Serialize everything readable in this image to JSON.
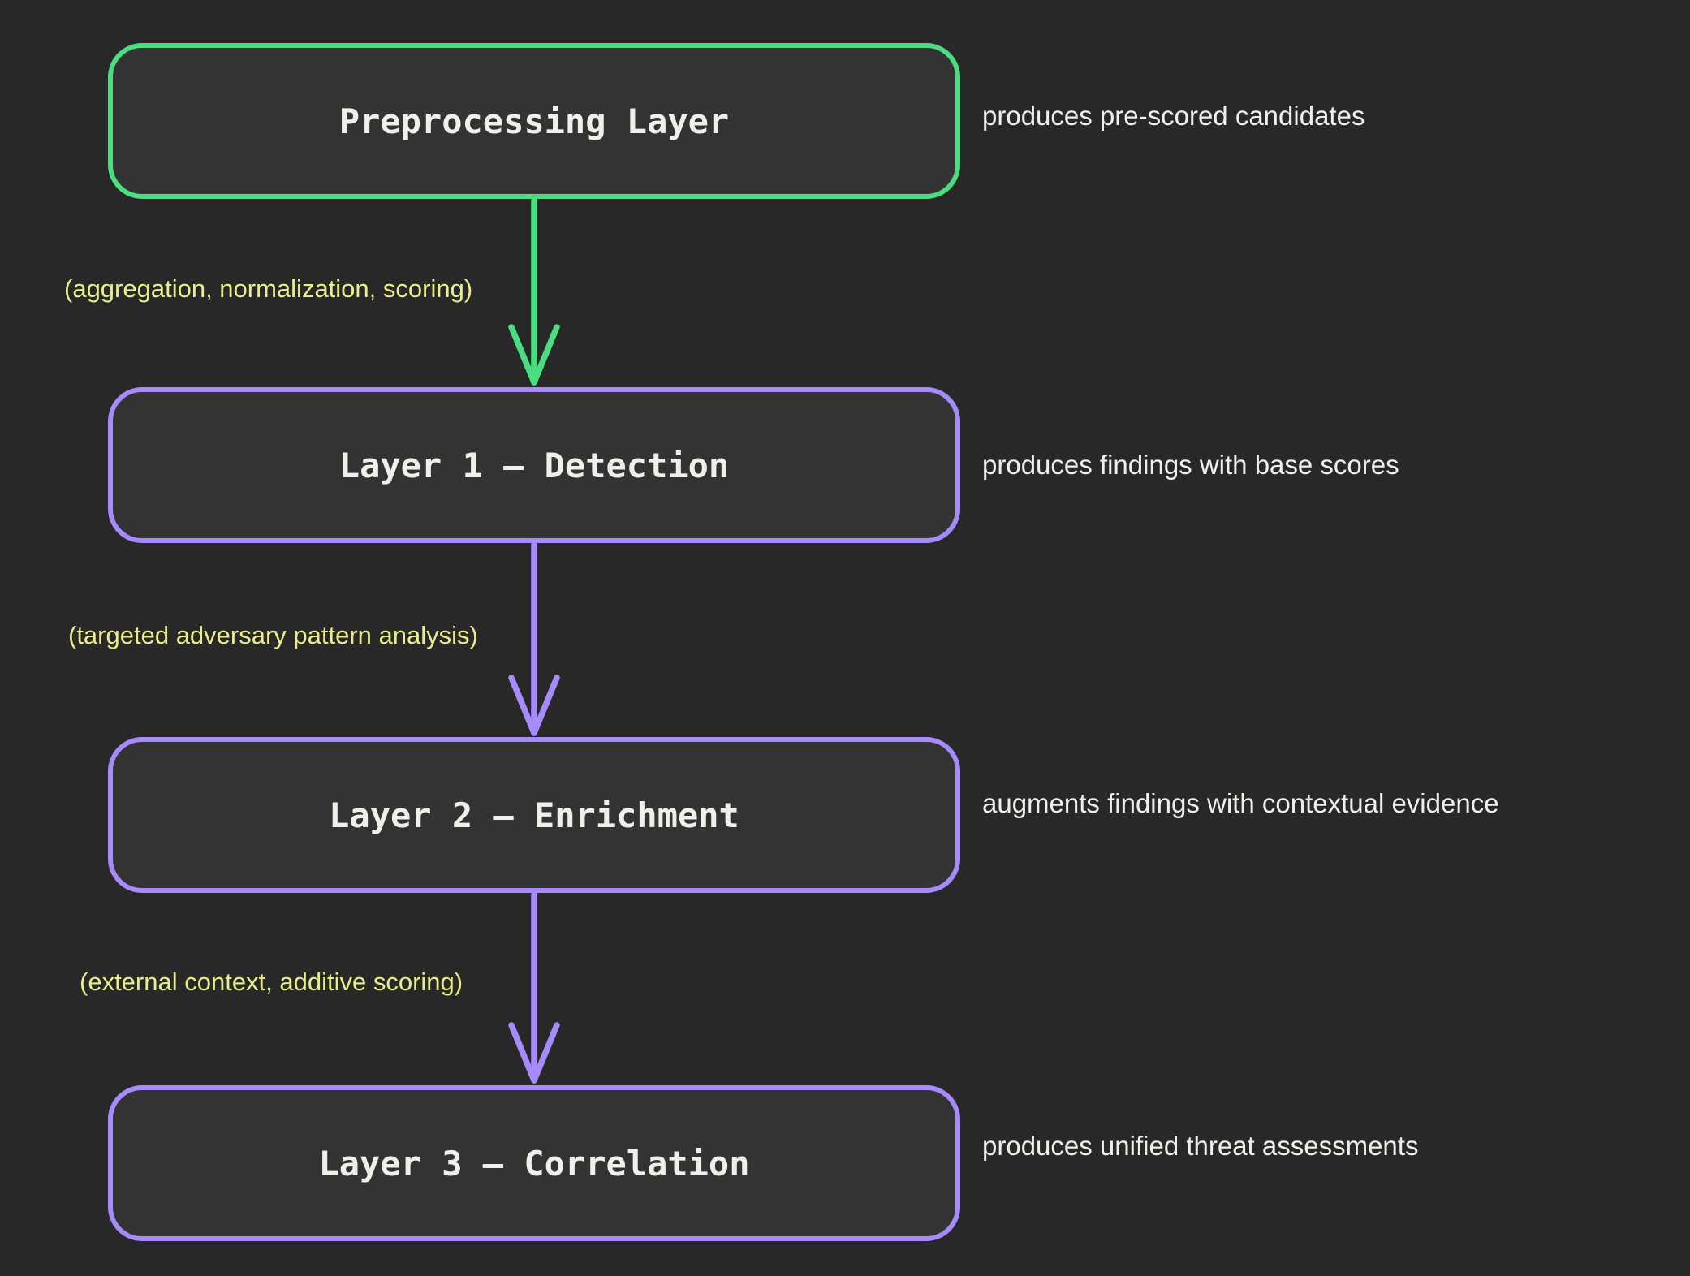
{
  "colors": {
    "background": "#282828",
    "node_fill": "#333333",
    "green": "#4ade80",
    "purple": "#a78bfa",
    "yellow": "#e9ed8c",
    "text": "#f0efe9"
  },
  "diagram": {
    "nodes": [
      {
        "title": "Preprocessing Layer",
        "annotation": "produces pre-scored candidates",
        "accent": "green"
      },
      {
        "title": "Layer 1 — Detection",
        "annotation": "produces findings with base scores",
        "accent": "purple"
      },
      {
        "title": "Layer 2 — Enrichment",
        "annotation": "augments findings with contextual evidence",
        "accent": "purple"
      },
      {
        "title": "Layer 3 — Correlation",
        "annotation": "produces unified threat assessments",
        "accent": "purple"
      }
    ],
    "edges": [
      {
        "label": "(aggregation, normalization, scoring)",
        "color": "green"
      },
      {
        "label": "(targeted adversary pattern analysis)",
        "color": "purple"
      },
      {
        "label": "(external context, additive scoring)",
        "color": "purple"
      }
    ]
  }
}
